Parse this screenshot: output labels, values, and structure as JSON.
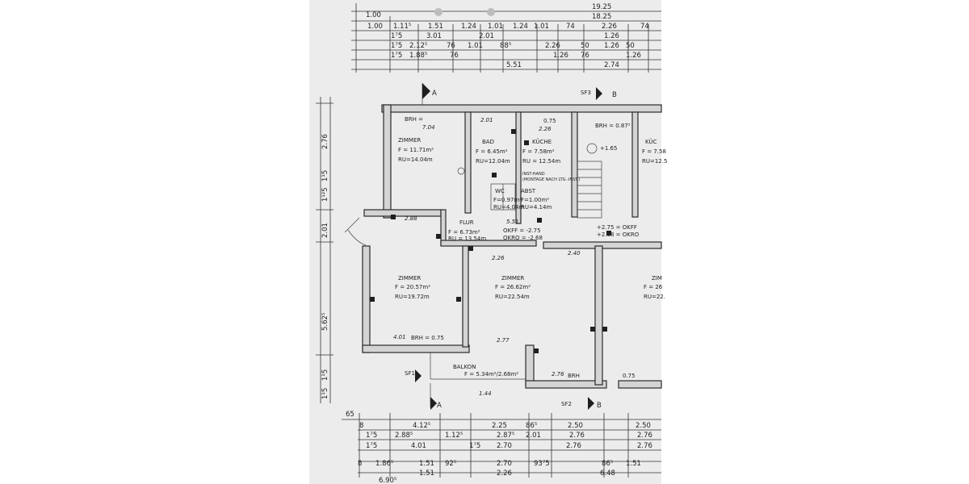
{
  "dimensions": {
    "top": {
      "r1": [
        "19.25"
      ],
      "r2": [
        "1.00",
        "18.25"
      ],
      "r3": [
        "1.00",
        "1.11⁵",
        "1.51",
        "1.24",
        "1.01",
        "1.24",
        "1.01",
        "74",
        "2.26",
        "74"
      ],
      "r4": [
        "1⁷5",
        "3.01",
        "2.01",
        "1.26"
      ],
      "r5": [
        "1⁷5",
        "2.12⁵",
        "76",
        "1.01",
        "88⁵",
        "2.26",
        "50",
        "1.26",
        "50"
      ],
      "r6": [
        "1⁷5",
        "1.88⁵",
        "76",
        "1.26",
        "76",
        "1.26"
      ],
      "r7": [
        "5.51",
        "2.74"
      ]
    },
    "left": [
      "2.76",
      "1¹5",
      "1¹²5",
      "2.01",
      "5.62⁵",
      "1¹5",
      "1¹5"
    ],
    "bottom": {
      "r1": [
        "65",
        "8",
        "4.12⁵",
        "2.25",
        "86⁵",
        "2.50",
        "2.50"
      ],
      "r2": [
        "1⁷5",
        "2.88⁵",
        "1.12⁵",
        "2.87⁵",
        "2.01",
        "2.76",
        "2.76"
      ],
      "r3": [
        "1⁷5",
        "4.01",
        "1⁷5",
        "2.70",
        "2.76",
        "2.76"
      ],
      "r4": [
        "8",
        "1.86⁵",
        "1.51",
        "92⁵",
        "2.70",
        "93⁷5",
        "86⁵",
        "1.51"
      ],
      "r5": [
        "1.51",
        "6.90⁵",
        "2.26",
        "6.48"
      ]
    }
  },
  "rooms": [
    {
      "name": "ZIMMER",
      "area": "F = 11.71m²",
      "ru": "RU=14.04m"
    },
    {
      "name": "BAD",
      "area": "F = 6.45m²",
      "ru": "RU=12.04m"
    },
    {
      "name": "KÜCHE",
      "area": "F = 7.58m²",
      "ru": "RU = 12.54m"
    },
    {
      "name": "WC",
      "area": "F=0.97m²",
      "ru": "RU=4.04m"
    },
    {
      "name": "ABST",
      "area": "F=1.00m²",
      "ru": "RU=4.14m"
    },
    {
      "name": "FLUR",
      "area": "F = 6.73m²",
      "ru": "RU = 13.54m"
    },
    {
      "name": "ZIMMER",
      "area": "F = 20.57m²",
      "ru": "RU=19.72m"
    },
    {
      "name": "ZIMMER",
      "area": "F = 26.62m²",
      "ru": "RU=22.54m"
    },
    {
      "name": "BALKON",
      "area": "F = 5.34m²/2.68m²"
    },
    {
      "name": "KÜC",
      "area": "F = 7.58",
      "ru": "RU=12.5"
    },
    {
      "name": "ZIM",
      "area": "F = 26",
      "ru": "RU=22."
    }
  ],
  "notes": {
    "brh_top": "BRH =",
    "brh_right": "BRH = 0.87⁵",
    "brh_zimmer": "BRH = 0.75",
    "brh_balkon": "BRH",
    "brh_balkon_value": "0.75",
    "kitchen_window": "0.75",
    "okff1": "OKFF = -2.75",
    "okro1": "OKRO = -2.68",
    "okff2": "+2.75 = OKFF",
    "okro2": "+2.68 = OKRO",
    "level": "+1.65",
    "inst1": "INST-HAND",
    "inst2": "(MONTAGE NACH LTG.-INST.)"
  },
  "sections": {
    "top_a": "A",
    "top_b": "B",
    "top_sf": "SF3",
    "bottom_a": "A",
    "bottom_b": "B",
    "bottom_sf": "SF2",
    "left_sf": "SF1"
  },
  "sketch": [
    "2.01",
    "2.26",
    "7.04",
    "2.88",
    "5.51",
    "2.26",
    "2.40",
    "2.77",
    "2.76",
    "4.01",
    "1.44"
  ]
}
